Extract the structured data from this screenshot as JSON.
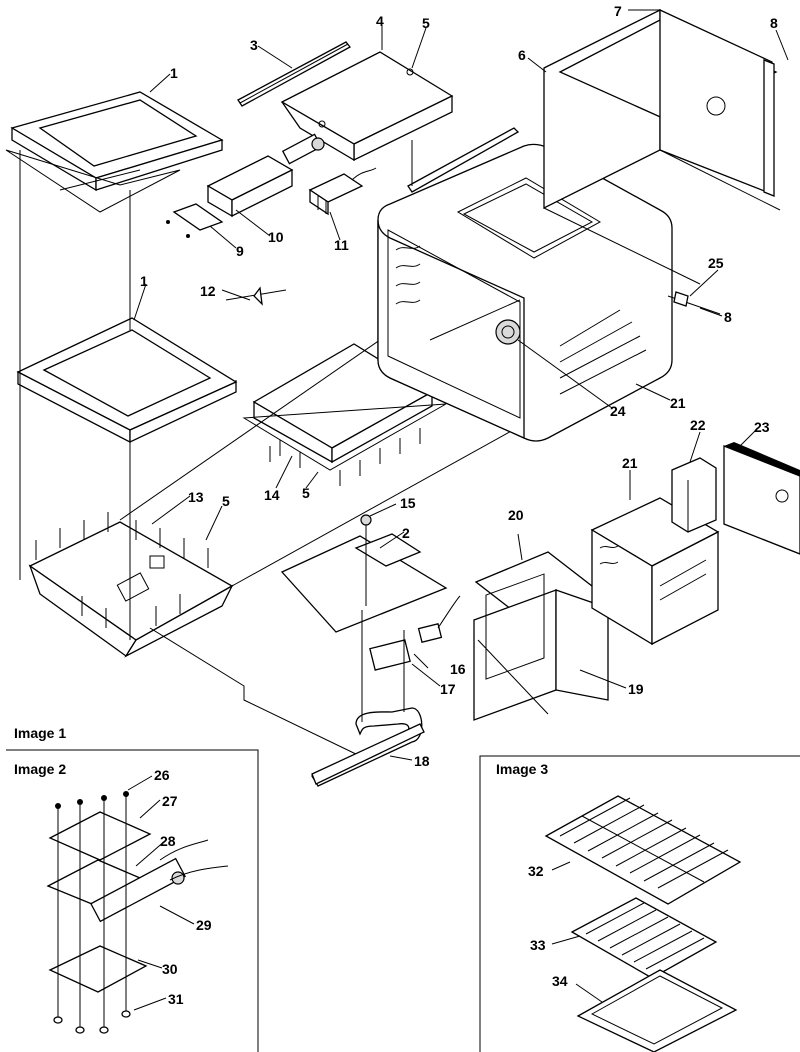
{
  "panels": {
    "image1": "Image 1",
    "image2": "Image 2",
    "image3": "Image 3"
  },
  "callouts": {
    "p1a": "1",
    "p1b": "1",
    "p2": "2",
    "p3": "3",
    "p4": "4",
    "p5a": "5",
    "p5b": "5",
    "p5c": "5",
    "p6": "6",
    "p7": "7",
    "p8a": "8",
    "p8b": "8",
    "p9": "9",
    "p10": "10",
    "p11": "11",
    "p12": "12",
    "p13": "13",
    "p14": "14",
    "p15": "15",
    "p16": "16",
    "p17": "17",
    "p18": "18",
    "p19": "19",
    "p20": "20",
    "p21a": "21",
    "p21b": "21",
    "p22": "22",
    "p23": "23",
    "p24": "24",
    "p25": "25",
    "p26": "26",
    "p27": "27",
    "p28": "28",
    "p29": "29",
    "p30": "30",
    "p31": "31",
    "p32": "32",
    "p33": "33",
    "p34": "34"
  }
}
